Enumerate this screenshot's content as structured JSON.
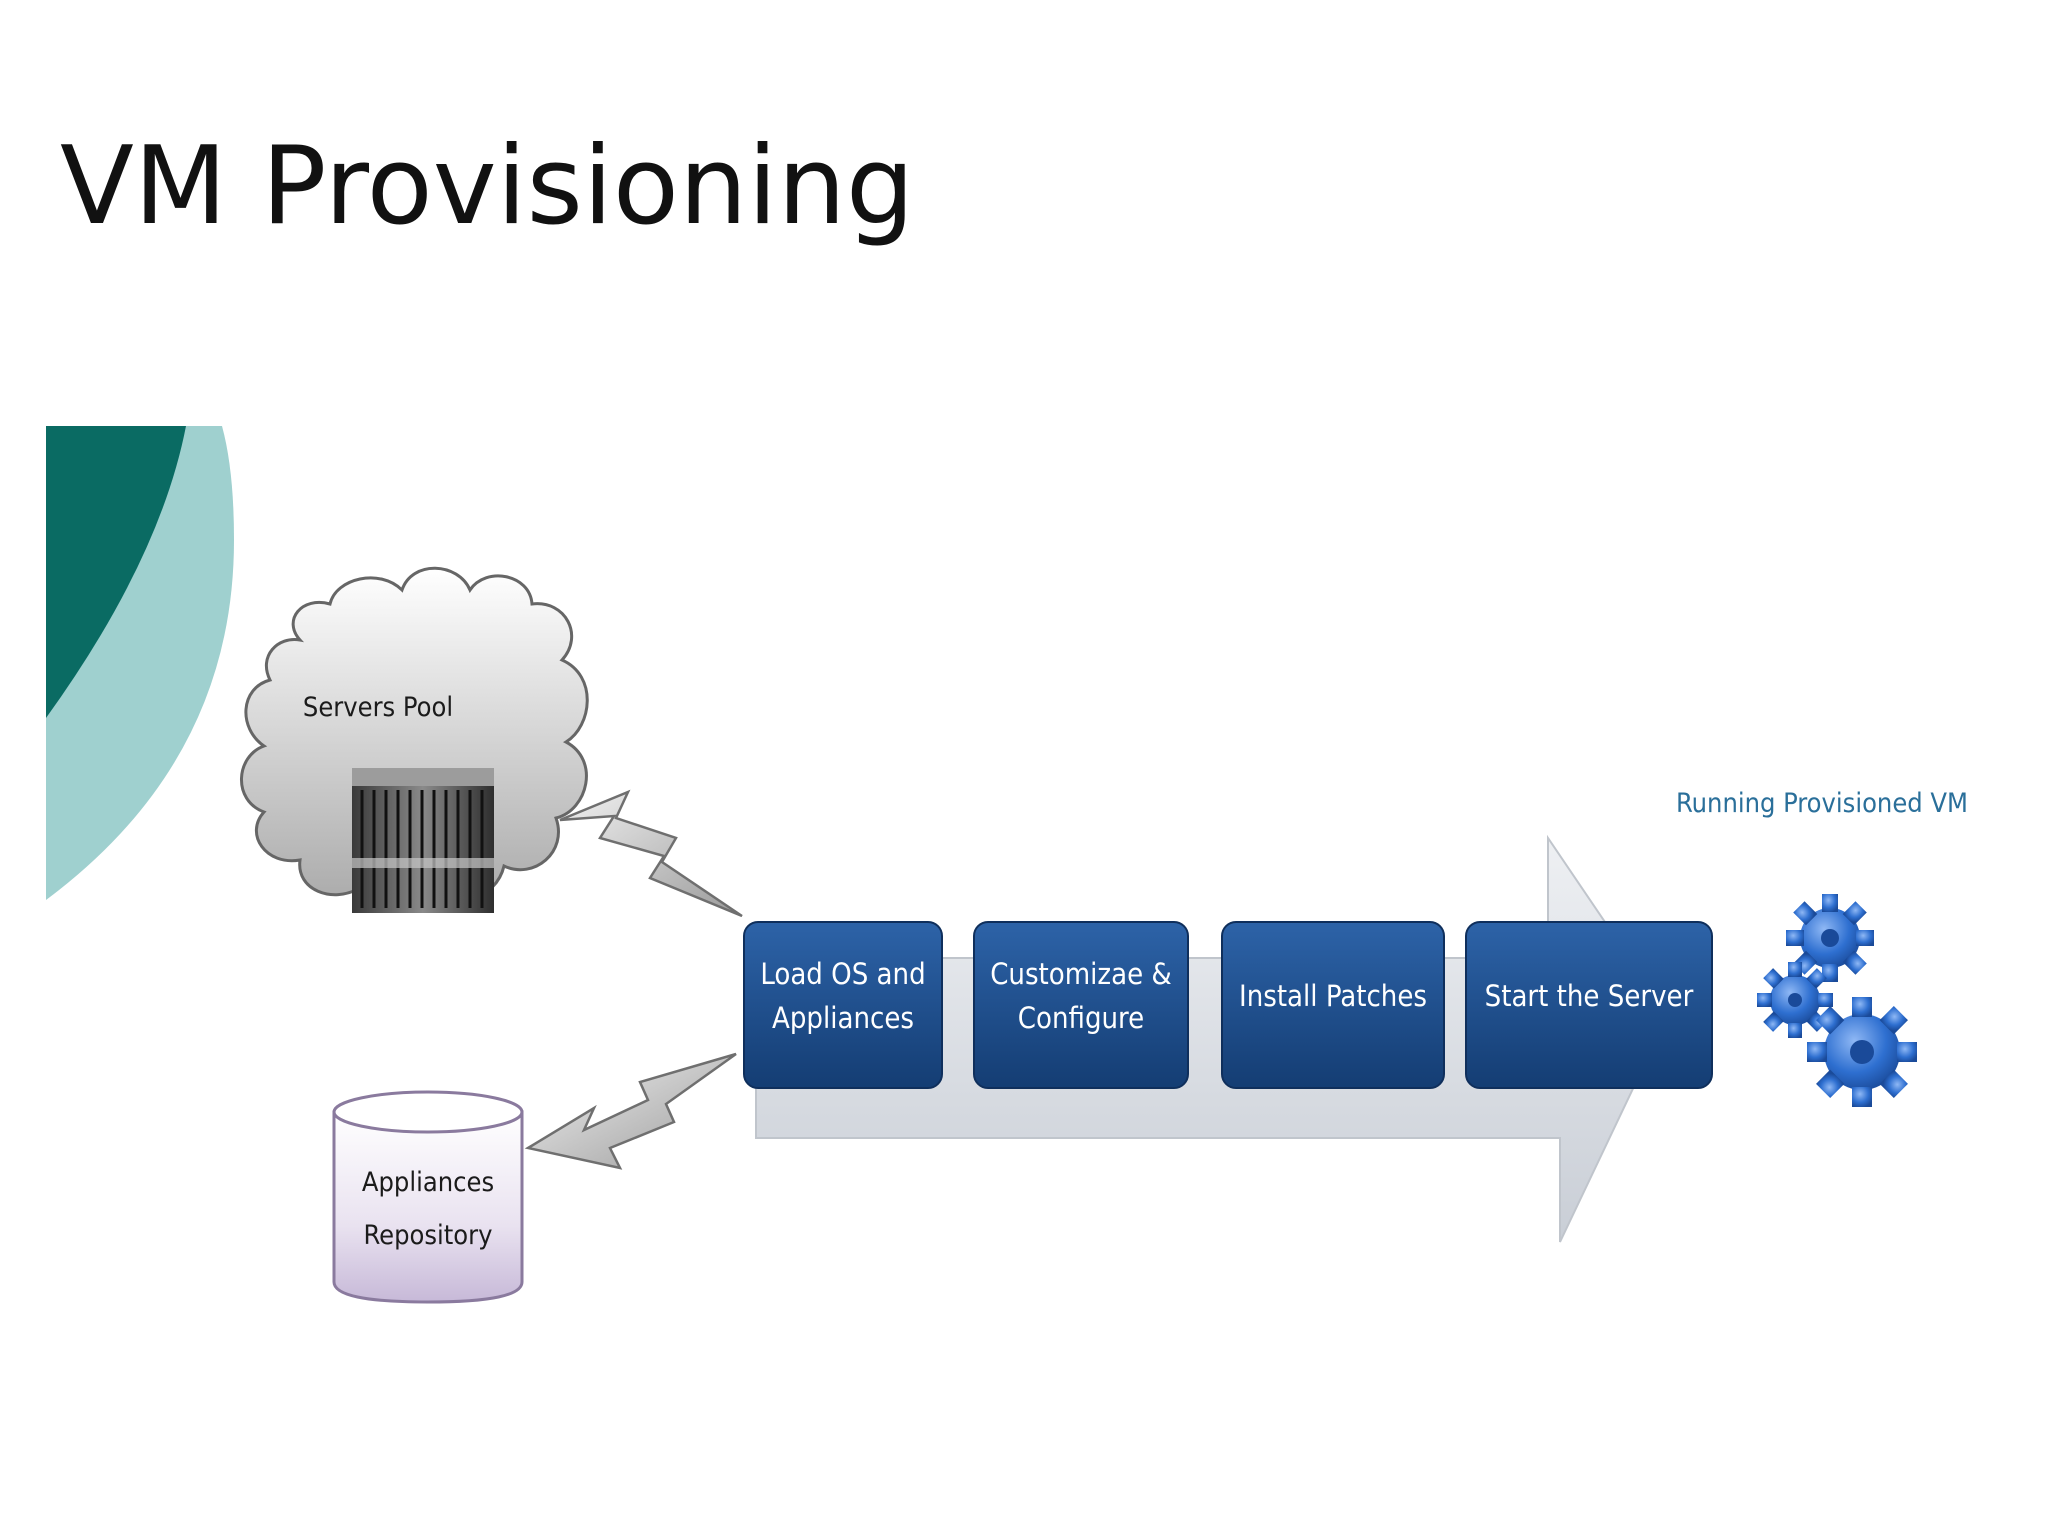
{
  "slide": {
    "title": "VM Provisioning"
  },
  "diagram": {
    "sources": {
      "servers_pool": "Servers Pool",
      "appliances_line1": "Appliances",
      "appliances_line2": "Repository"
    },
    "steps": [
      {
        "line1": "Load OS and",
        "line2": "Appliances"
      },
      {
        "line1": "Customizae &",
        "line2": "Configure"
      },
      {
        "line1": "Install Patches",
        "line2": ""
      },
      {
        "line1": "Start the Server",
        "line2": ""
      }
    ],
    "result_label": "Running Provisioned VM"
  },
  "colors": {
    "accent_dark": "#0a6b63",
    "accent_light": "#9fd0cf",
    "step_fill": "#1f4f8f",
    "step_text": "#ffffff",
    "result_text": "#2a6f9a",
    "arrow_fill": "#d5d9df",
    "gear": "#2e6fd0"
  }
}
